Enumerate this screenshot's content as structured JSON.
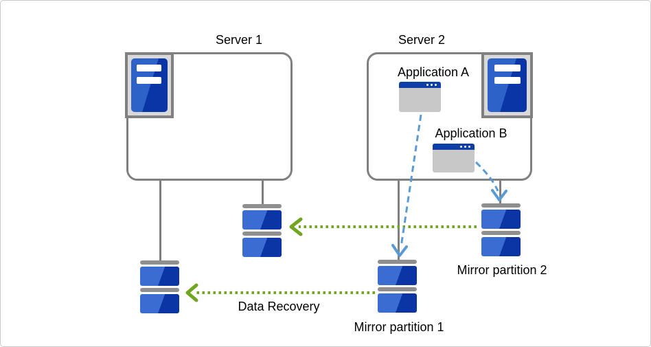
{
  "labels": {
    "server1": "Server 1",
    "server2": "Server 2",
    "app_a": "Application A",
    "app_b": "Application B",
    "mirror_partition_1": "Mirror partition 1",
    "mirror_partition_2": "Mirror partition 2",
    "data_recovery": "Data Recovery"
  },
  "icons": {
    "server": "tower-server-icon",
    "application": "app-window-icon",
    "partition": "disk-partition-icon"
  },
  "arrows": {
    "green_dotted": [
      {
        "from": "mirror-partition-2",
        "to": "server1-upper-disk"
      },
      {
        "from": "mirror-partition-1",
        "to": "server1-lower-disk",
        "label": "Data Recovery"
      }
    ],
    "blue_dashed": [
      {
        "from": "application-a",
        "to": "mirror-partition-1"
      },
      {
        "from": "application-b",
        "to": "mirror-partition-2"
      }
    ]
  },
  "colors": {
    "box_border": "#808080",
    "icon_frame_fill": "#d9d9d9",
    "tower_blue_light": "#2d62c9",
    "tower_blue_dark": "#0a35a6",
    "disk_blue_light": "#3a6cd2",
    "disk_blue_dark": "#0b35a4",
    "disk_bar_gray": "#8f8f8f",
    "app_titlebar_blue": "#0d3fa6",
    "app_body_gray": "#c8c8c8",
    "arrow_green": "#71a520",
    "arrow_blue": "#5b9bd5",
    "text": "#000000"
  }
}
